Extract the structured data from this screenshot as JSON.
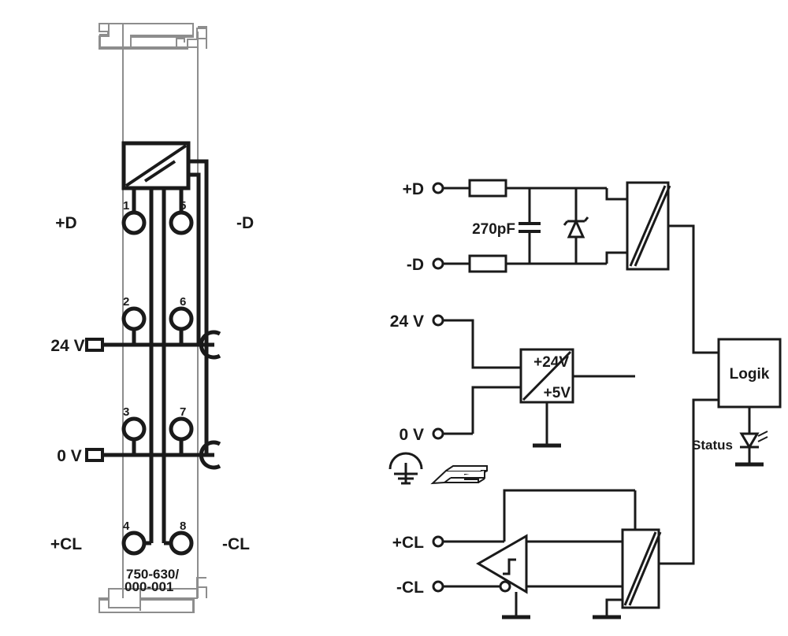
{
  "diagram": {
    "title": "WAGO 750-630/000-001 module terminal assignment and internal block schematic",
    "stroke_color": "#1a1a1a",
    "thin_color": "#8d8d8d",
    "fill_color": "#ffffff"
  },
  "module": {
    "part_number_line1": "750-630/",
    "part_number_line2": "000-001",
    "left_labels": [
      {
        "name": "plus-d",
        "text": "+D"
      },
      {
        "name": "twentyfour-volt",
        "text": "24 V"
      },
      {
        "name": "zero-volt",
        "text": "0 V"
      },
      {
        "name": "plus-cl",
        "text": "+CL"
      }
    ],
    "right_labels": [
      {
        "name": "minus-d",
        "text": "-D"
      },
      {
        "name": "minus-cl",
        "text": "-CL"
      }
    ],
    "pin_numbers": {
      "p1": "1",
      "p2": "2",
      "p3": "3",
      "p4": "4",
      "p5": "5",
      "p6": "6",
      "p7": "7",
      "p8": "8"
    },
    "icon_names": {
      "optocoupler": "optocoupler-icon",
      "terminal": "terminal-contact-icon",
      "jumper": "power-jumper-contact-icon",
      "mounting_foot": "din-rail-foot-icon"
    }
  },
  "schematic": {
    "terminals": [
      {
        "name": "plus-d",
        "text": "+D"
      },
      {
        "name": "minus-d",
        "text": "-D"
      },
      {
        "name": "twentyfour-volt",
        "text": "24 V"
      },
      {
        "name": "zero-volt",
        "text": "0 V"
      },
      {
        "name": "plus-cl",
        "text": "+CL"
      },
      {
        "name": "minus-cl",
        "text": "-CL"
      }
    ],
    "components": {
      "capacitor_label": "270pF",
      "converter_input_label": "+24V",
      "converter_output_label": "+5V",
      "logic_block_label": "Logik",
      "status_label": "Status"
    },
    "icon_names": {
      "resistor": "resistor-icon",
      "capacitor": "capacitor-icon",
      "zener_diode": "zener-diode-icon",
      "optocoupler": "optocoupler-icon",
      "dcdc_converter": "dcdc-converter-icon",
      "schmitt_trigger": "schmitt-trigger-inverter-icon",
      "ground": "ground-icon",
      "earth": "earth-ground-icon",
      "led": "led-icon",
      "din_rail": "din-rail-icon",
      "terminal_point": "terminal-point-icon"
    }
  }
}
